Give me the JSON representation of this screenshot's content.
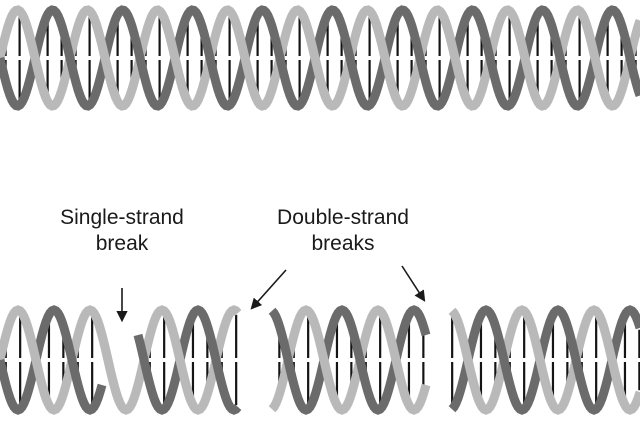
{
  "labels": {
    "single_strand": [
      "Single-strand",
      "break"
    ],
    "double_strand": [
      "Double-strand",
      "breaks"
    ]
  },
  "colors": {
    "strand_dark": "#6b6b6b",
    "strand_light": "#b9b9b9",
    "rung": "#141414",
    "text": "#1a1a1a"
  },
  "icons": {
    "arrow": "arrow-icon"
  }
}
